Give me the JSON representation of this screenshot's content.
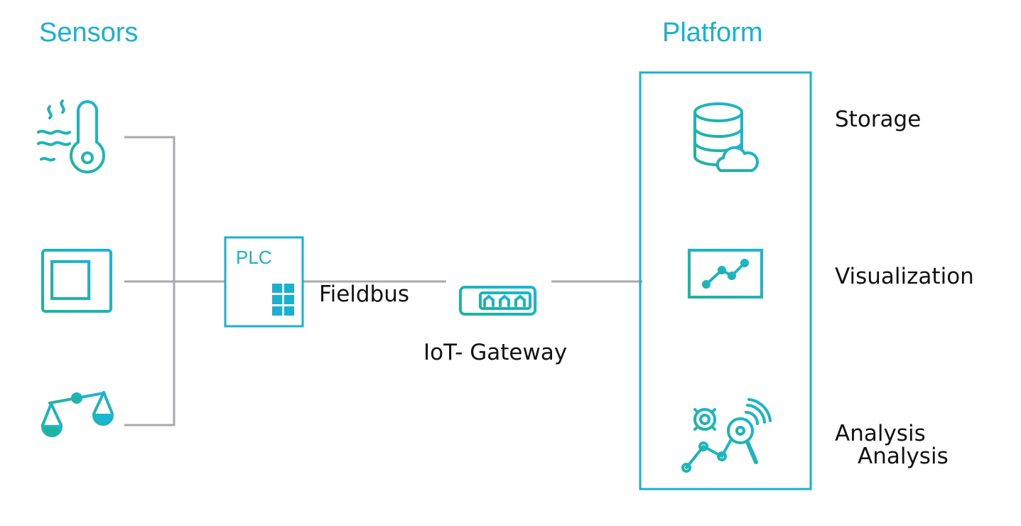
{
  "headings": {
    "sensors": "Sensors",
    "platform": "Platform"
  },
  "plc": {
    "label": "PLC"
  },
  "links": {
    "fieldbus": "Fieldbus",
    "gateway": "IoT- Gateway"
  },
  "platform_items": {
    "storage": "Storage",
    "visualization": "Visualization",
    "analysis_1": "Analysis",
    "analysis_2": "Analysis"
  },
  "colors": {
    "accent": "#1ab0d0",
    "accent_green": "#22b3a0",
    "line": "#a7a9ac",
    "text": "#111111"
  },
  "icons": {
    "temperature": "thermometer-icon",
    "chip": "chip-icon",
    "scale": "scale-icon",
    "plc_grid": "grid-icon",
    "gateway": "router-icon",
    "storage": "database-cloud-icon",
    "visualization": "monitor-chart-icon",
    "analysis": "analysis-gear-icon"
  }
}
